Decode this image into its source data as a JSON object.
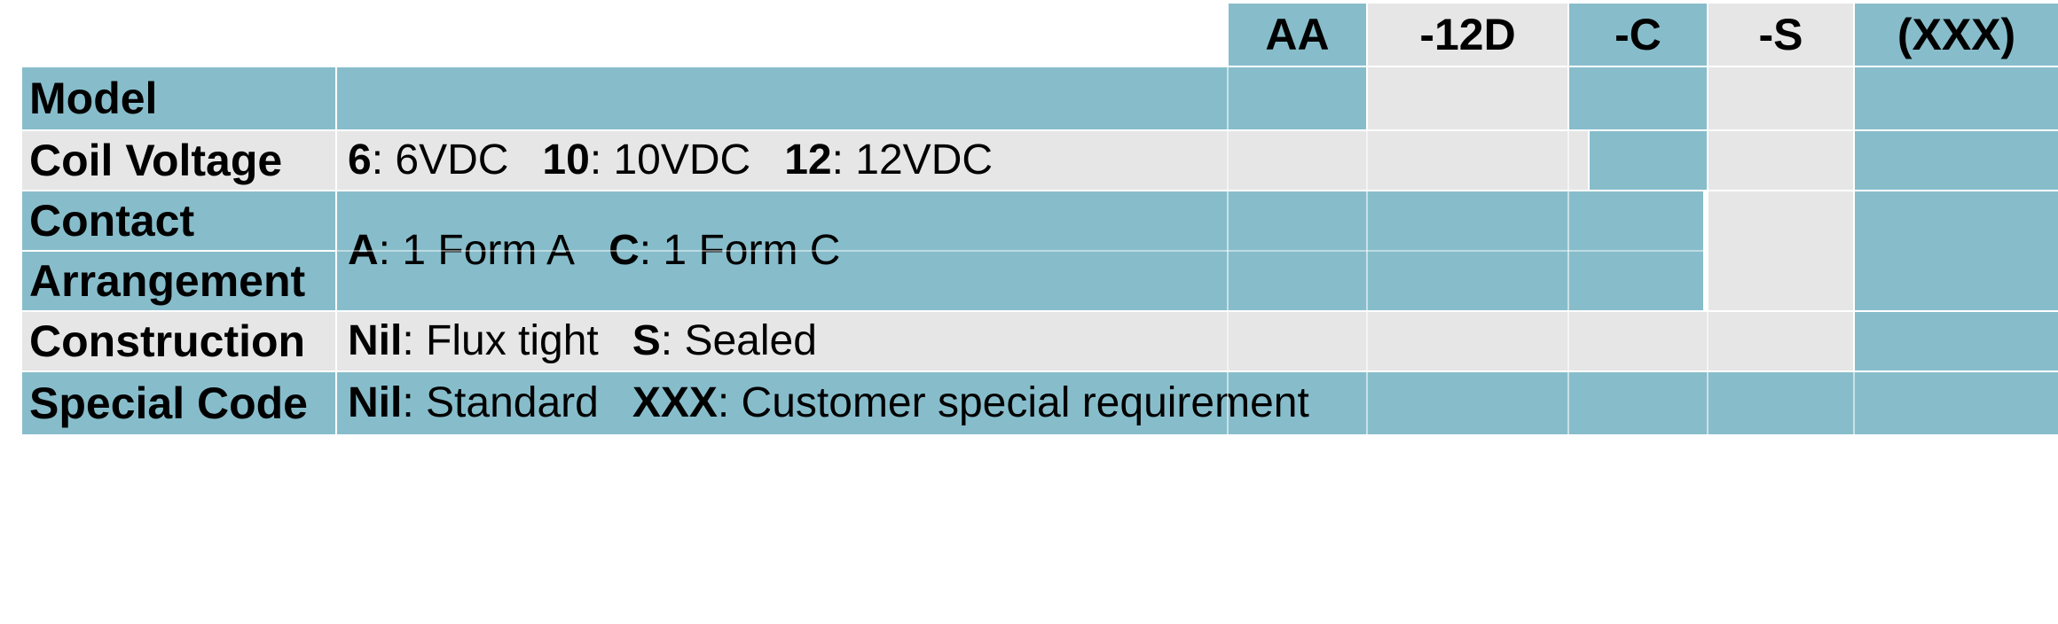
{
  "table": {
    "title": "Part number ordering code breakdown",
    "colors": {
      "accent_blue": "#87BDCB",
      "light_gray": "#E6E6E6",
      "white": "#FFFFFF",
      "text": "#000000"
    },
    "header_codes": [
      {
        "label": "AA",
        "shade": "blue"
      },
      {
        "label": "-12D",
        "shade": "gray"
      },
      {
        "label": "-C",
        "shade": "blue"
      },
      {
        "label": "-S",
        "shade": "gray"
      },
      {
        "label": "(XXX)",
        "shade": "blue"
      }
    ],
    "rows": [
      {
        "label": "Model",
        "shade": "blue",
        "options": []
      },
      {
        "label": "Coil Voltage",
        "shade": "gray",
        "options": [
          {
            "code": "6",
            "desc": ": 6VDC"
          },
          {
            "code": "10",
            "desc": ": 10VDC"
          },
          {
            "code": "12",
            "desc": ": 12VDC"
          }
        ]
      },
      {
        "label_line1": "Contact",
        "label_line2": "Arrangement",
        "label": "Contact Arrangement",
        "shade": "blue",
        "options": [
          {
            "code": "A",
            "desc": ": 1 Form A"
          },
          {
            "code": "C",
            "desc": ": 1 Form C"
          }
        ]
      },
      {
        "label": "Construction",
        "shade": "gray",
        "options": [
          {
            "code": "Nil",
            "desc": ": Flux tight"
          },
          {
            "code": "S",
            "desc": ": Sealed"
          }
        ]
      },
      {
        "label": "Special Code",
        "shade": "blue",
        "options": [
          {
            "code": "Nil",
            "desc": ": Standard"
          },
          {
            "code": "XXX",
            "desc": ": Customer special requirement"
          }
        ]
      }
    ]
  }
}
